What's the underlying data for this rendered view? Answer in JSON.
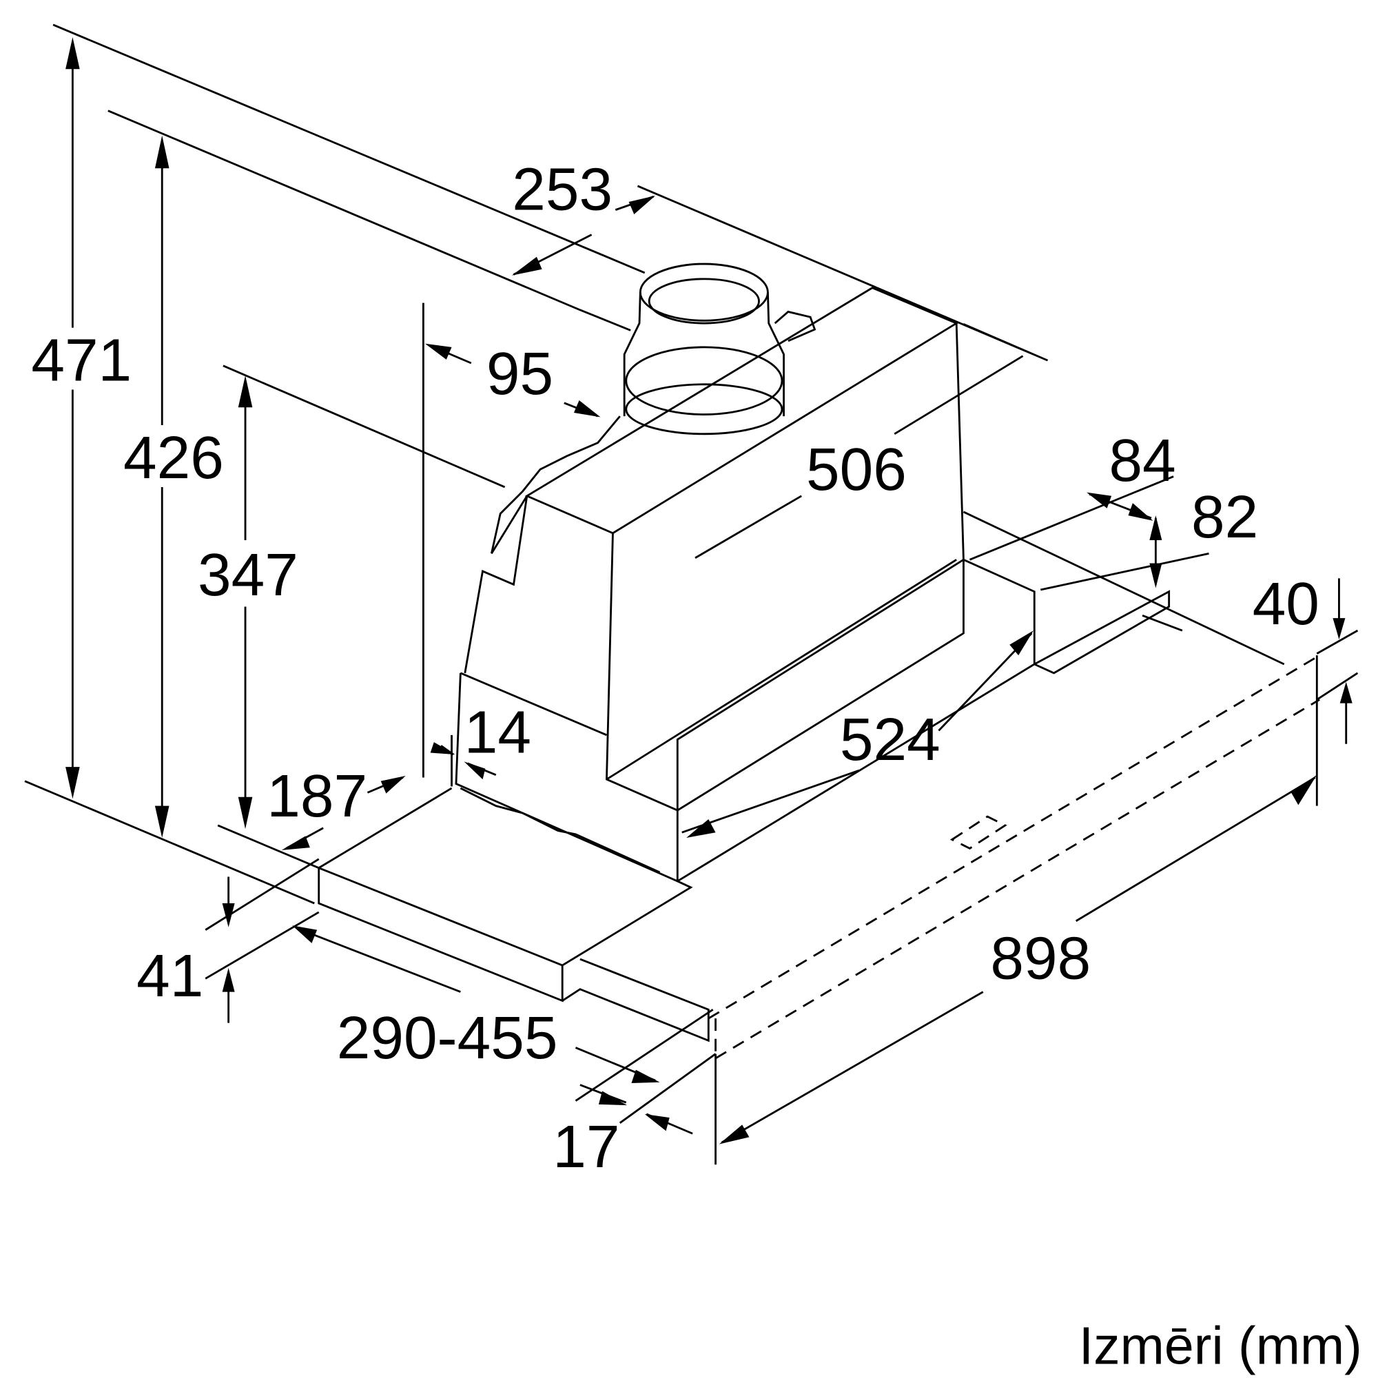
{
  "title": "Izmēri (mm)",
  "dimensions": {
    "total_height": "471",
    "height_426": "426",
    "height_347": "347",
    "duct_offset_253": "253",
    "duct_offset_95": "95",
    "depth_506": "506",
    "width_84": "84",
    "height_82": "82",
    "height_40": "40",
    "gap_14": "14",
    "depth_187": "187",
    "width_524": "524",
    "height_41": "41",
    "extension_range": "290-455",
    "width_898": "898",
    "thickness_17": "17"
  }
}
